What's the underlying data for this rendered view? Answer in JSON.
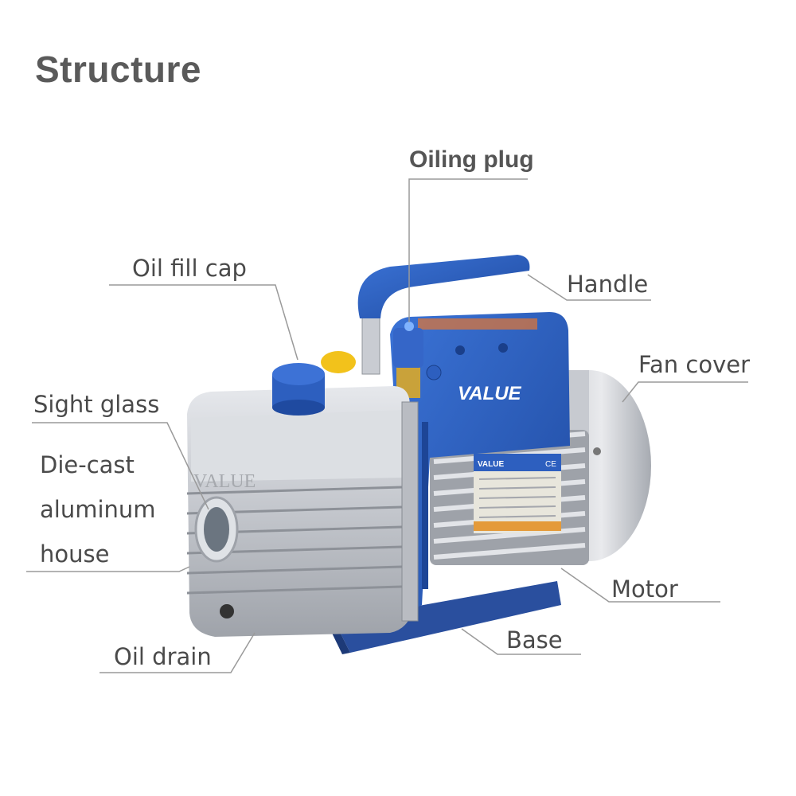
{
  "title": "Structure",
  "labels": {
    "oiling_plug": "Oiling plug",
    "oil_fill_cap": "Oil fill cap",
    "handle": "Handle",
    "fan_cover": "Fan cover",
    "sight_glass": "Sight glass",
    "die_cast_line1": "Die-cast",
    "die_cast_line2": "aluminum",
    "die_cast_line3": "house",
    "motor": "Motor",
    "oil_drain": "Oil drain",
    "base": "Base"
  },
  "product": {
    "brand_body": "VALUE",
    "brand_housing": "VALUE",
    "nameplate_brand": "VALUE",
    "nameplate_mark": "CE"
  },
  "colors": {
    "body_blue": "#2d5fbf",
    "housing_silver": "#c9ccd1",
    "brass": "#c9a23a",
    "yellow_cap": "#f2c21b",
    "text": "#4a4a4a",
    "leader_line": "#9a9a9a"
  }
}
